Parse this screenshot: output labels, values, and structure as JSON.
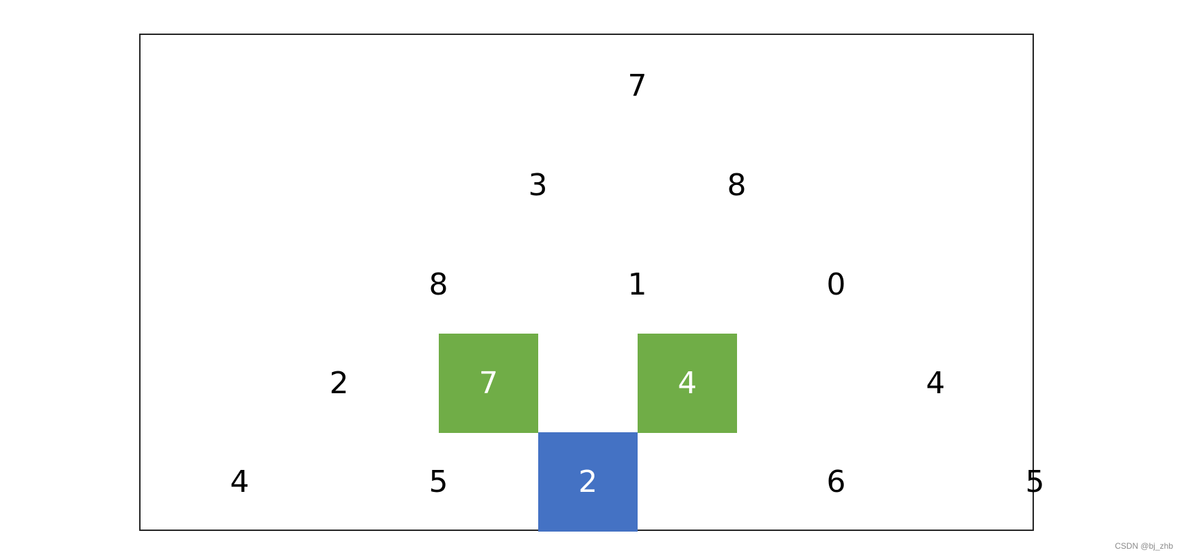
{
  "triangle": {
    "rows": [
      [
        "7"
      ],
      [
        "3",
        "8"
      ],
      [
        "8",
        "1",
        "0"
      ],
      [
        "2",
        "7",
        "4",
        "4"
      ],
      [
        "4",
        "5",
        "2",
        "6",
        "5"
      ]
    ],
    "highlights": [
      {
        "row": 3,
        "col": 1,
        "color": "#70ad47",
        "role": "candidate"
      },
      {
        "row": 3,
        "col": 2,
        "color": "#70ad47",
        "role": "candidate"
      },
      {
        "row": 4,
        "col": 2,
        "color": "#4472c4",
        "role": "current"
      }
    ]
  },
  "colors": {
    "green": "#70ad47",
    "blue": "#4472c4",
    "frame": "#222222",
    "text": "#000000"
  },
  "watermark": "CSDN @bj_zhb"
}
